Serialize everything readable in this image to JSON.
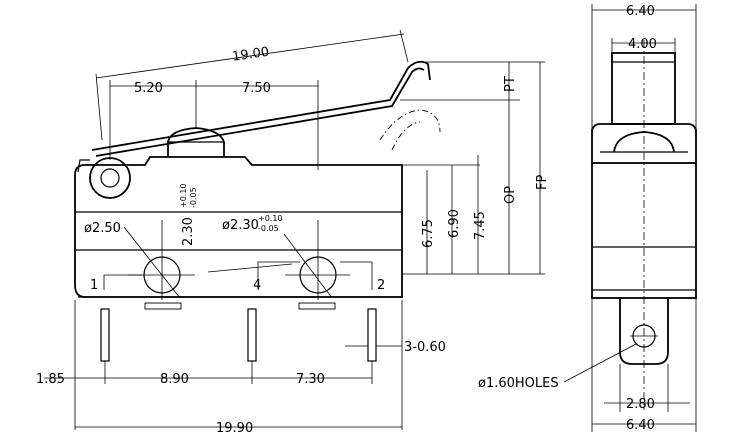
{
  "dims": {
    "len_19_top": "19.00",
    "len_5_20": "5.20",
    "len_7_50": "7.50",
    "pt": "PT",
    "op": "OP",
    "fp": "FP",
    "h_6_75": "6.75",
    "h_6_90": "6.90",
    "h_7_45": "7.45",
    "hole_d250": "ø2.50",
    "hole_d230_a": "2.30",
    "tol_plus": "+0.10",
    "tol_minus": "-0.05",
    "hole_d230_b": "ø2.30",
    "pin_1": "1",
    "pin_4": "4",
    "pin_2": "2",
    "pin_w": "3-0.60",
    "b_1_85": "1.85",
    "b_8_90": "8.90",
    "b_7_30": "7.30",
    "b_19_90": "19.90",
    "side_6_40_top": "6.40",
    "side_4_00": "4.00",
    "side_holes": "ø1.60HOLES",
    "side_2_80": "2.80",
    "side_6_40_bot": "6.40"
  }
}
